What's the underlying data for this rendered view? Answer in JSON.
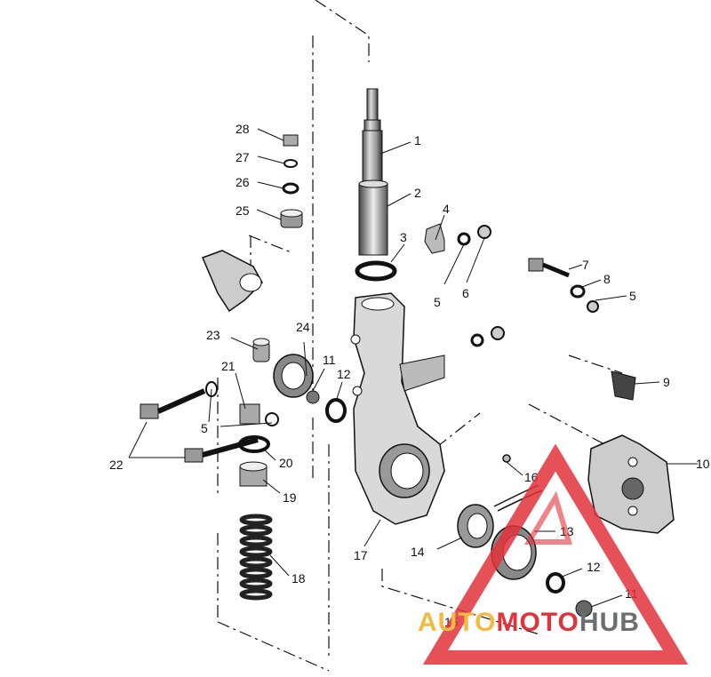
{
  "labels": {
    "l1": "1",
    "l2": "2",
    "l3": "3",
    "l4": "4",
    "l5a": "5",
    "l5b": "5",
    "l5c": "5",
    "l6": "6",
    "l7": "7",
    "l8": "8",
    "l9": "9",
    "l10": "10",
    "l11a": "11",
    "l11b": "11",
    "l12a": "12",
    "l12b": "12",
    "l13": "13",
    "l14": "14",
    "l15": "15",
    "l16": "16",
    "l17": "17",
    "l18": "18",
    "l19": "19",
    "l20": "20",
    "l21": "21",
    "l22": "22",
    "l23": "23",
    "l24": "24",
    "l25": "25",
    "l26": "26",
    "l27": "27",
    "l28": "28"
  },
  "watermark": {
    "part1": "AUTO",
    "part2": "MOTO",
    "part3": "HUB",
    "color_orange": "#f4b942",
    "color_red": "#e2323a",
    "color_grey": "#6d6e71"
  }
}
